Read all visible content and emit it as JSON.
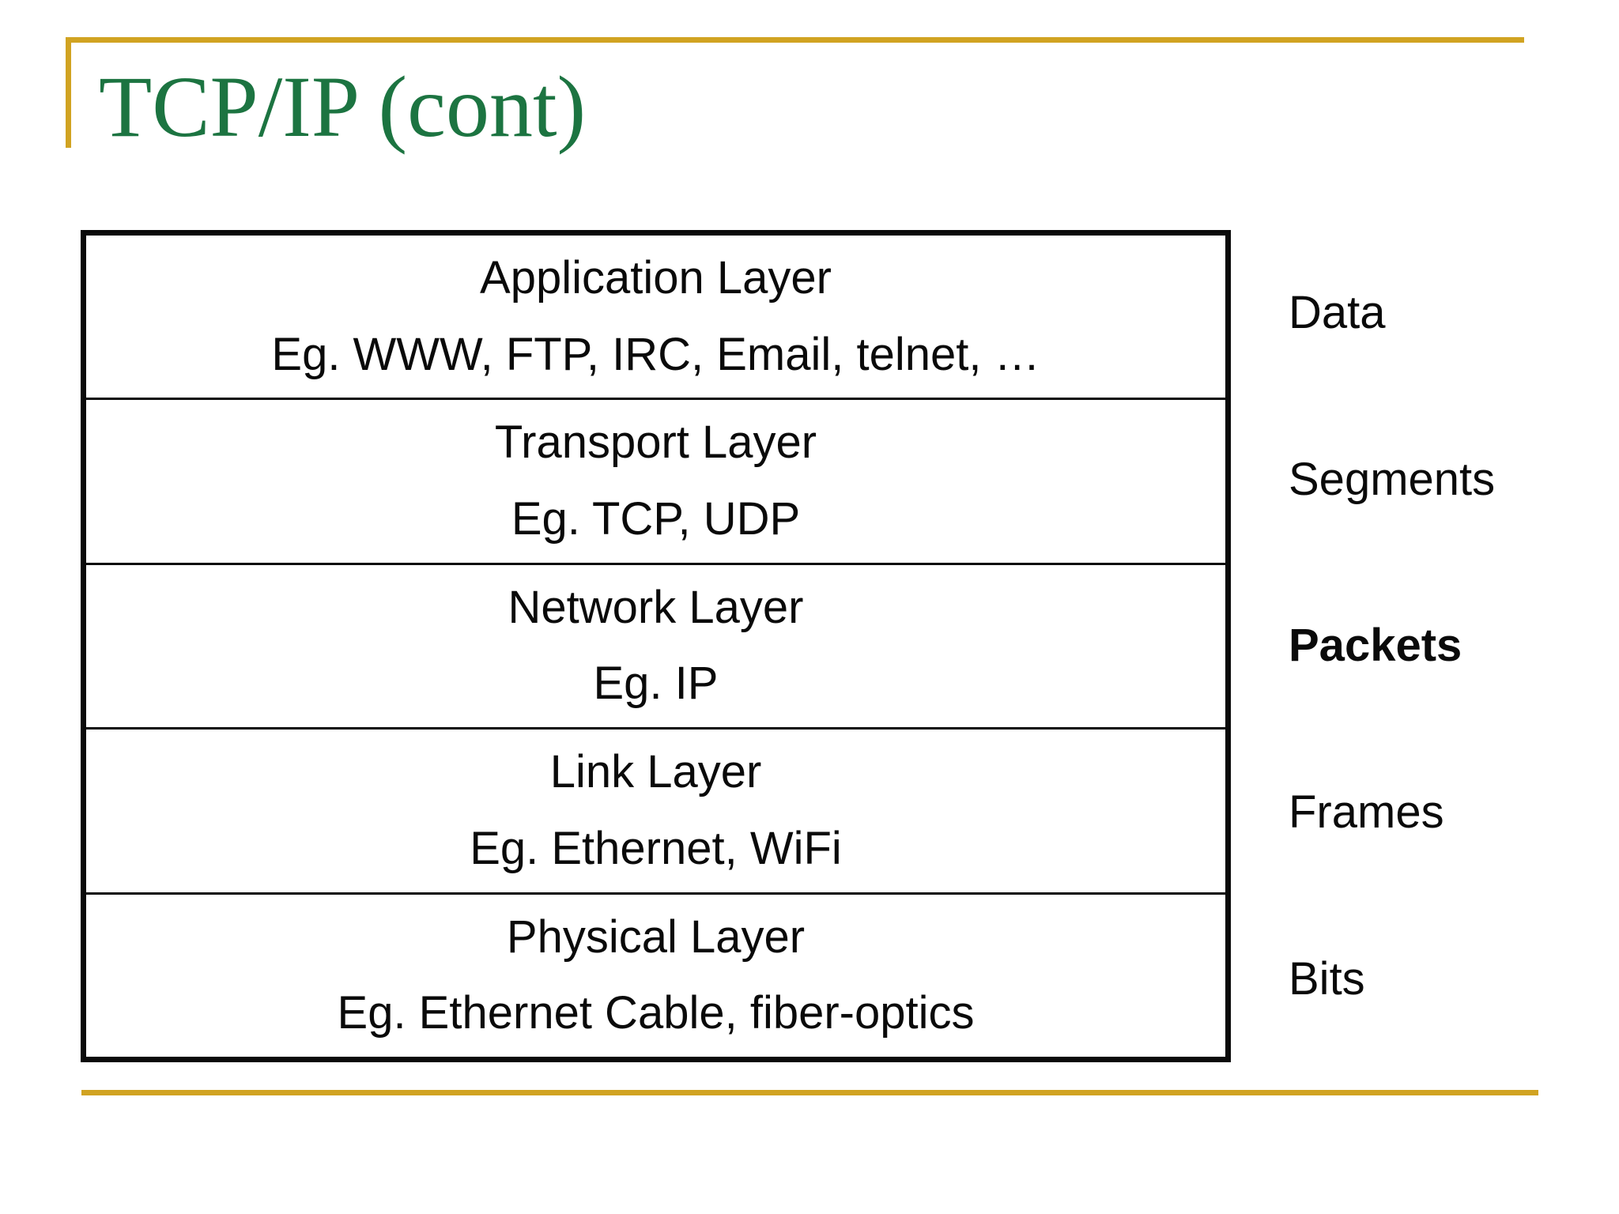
{
  "slide": {
    "title": "TCP/IP (cont)",
    "colors": {
      "title_green": "#1c7441",
      "accent_gold": "#d1a322",
      "table_border_black": "#0a0a0a"
    },
    "stack_table": {
      "rows": [
        {
          "layer": "Application Layer",
          "examples": "Eg. WWW, FTP, IRC, Email, telnet, …"
        },
        {
          "layer": "Transport Layer",
          "examples": "Eg. TCP, UDP"
        },
        {
          "layer": "Network Layer",
          "examples": "Eg. IP"
        },
        {
          "layer": "Link Layer",
          "examples": "Eg. Ethernet, WiFi"
        },
        {
          "layer": "Physical Layer",
          "examples": "Eg. Ethernet Cable, fiber-optics"
        }
      ]
    },
    "data_units": [
      {
        "label": "Data",
        "bold": false
      },
      {
        "label": "Segments",
        "bold": false
      },
      {
        "label": "Packets",
        "bold": true
      },
      {
        "label": "Frames",
        "bold": false
      },
      {
        "label": "Bits",
        "bold": false
      }
    ]
  }
}
